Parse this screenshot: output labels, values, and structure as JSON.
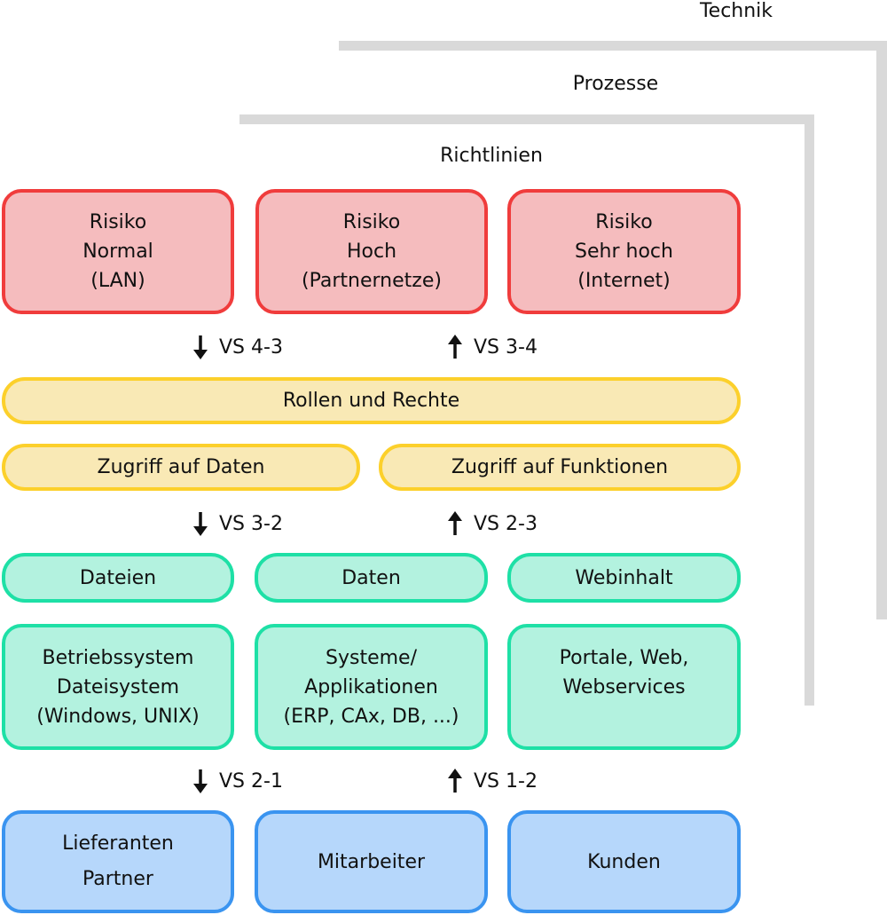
{
  "layers": {
    "technik": "Technik",
    "prozesse": "Prozesse",
    "richtlinien": "Richtlinien"
  },
  "risk": [
    {
      "label": "Risiko\nNormal\n(LAN)"
    },
    {
      "label": "Risiko\nHoch\n(Partnernetze)"
    },
    {
      "label": "Risiko\nSehr hoch\n(Internet)"
    }
  ],
  "transitions": {
    "vs43": {
      "direction": "down",
      "label": "VS 4-3"
    },
    "vs34": {
      "direction": "up",
      "label": "VS 3-4"
    },
    "vs32": {
      "direction": "down",
      "label": "VS 3-2"
    },
    "vs23": {
      "direction": "up",
      "label": "VS 2-3"
    },
    "vs21": {
      "direction": "down",
      "label": "VS 2-1"
    },
    "vs12": {
      "direction": "up",
      "label": "VS 1-2"
    }
  },
  "access": {
    "roles": "Rollen und Rechte",
    "data_access": "Zugriff auf Daten",
    "function_access": "Zugriff auf Funktionen"
  },
  "content": [
    {
      "label": "Dateien"
    },
    {
      "label": "Daten"
    },
    {
      "label": "Webinhalt"
    }
  ],
  "systems": [
    {
      "label": "Betriebssystem\nDateisystem\n(Windows, UNIX)"
    },
    {
      "label": "Systeme/\nApplikationen\n(ERP, CAx, DB, ...)"
    },
    {
      "label": "Portale, Web,\nWebservices"
    }
  ],
  "users": [
    {
      "label": "Lieferanten\nPartner"
    },
    {
      "label": "Mitarbeiter"
    },
    {
      "label": "Kunden"
    }
  ],
  "colors": {
    "risk_fill": "#f5bcbe",
    "risk_border": "#f03c3c",
    "access_fill": "#f9e9b5",
    "access_border": "#fcd02b",
    "system_fill": "#b3f2df",
    "system_border": "#1ee0a6",
    "user_fill": "#b6d7fb",
    "user_border": "#3a94f0",
    "frame": "#d9d9d9"
  }
}
